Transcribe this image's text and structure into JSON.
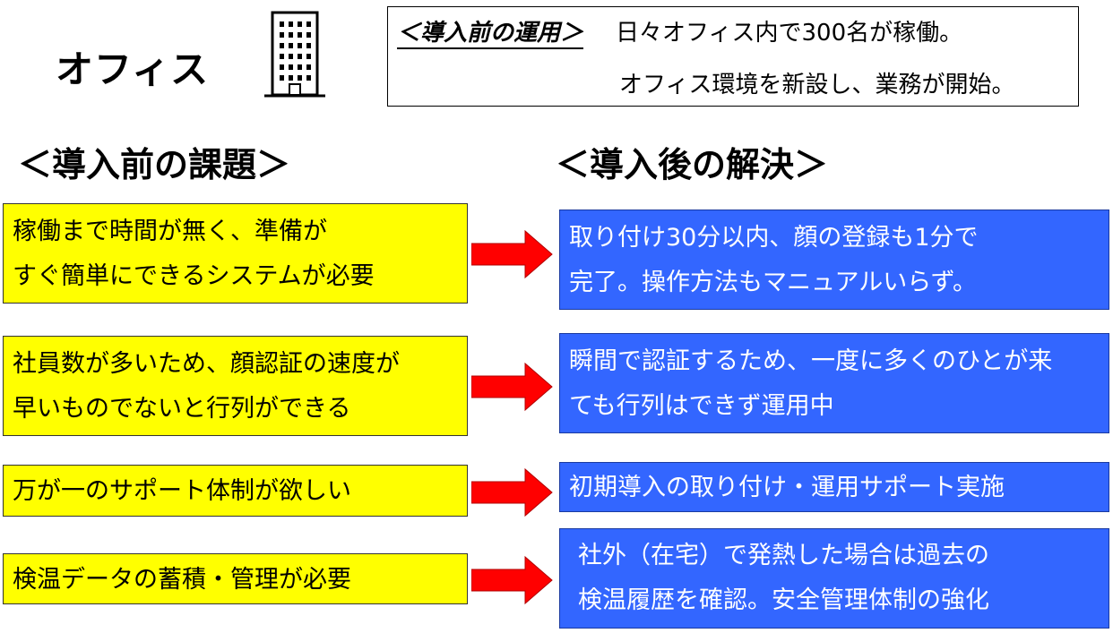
{
  "header": {
    "title": "オフィス",
    "building_icon": "office-building-icon"
  },
  "intro": {
    "heading": "＜導入前の運用＞",
    "line1": "日々オフィス内で300名が稼働。",
    "line2": "オフィス環境を新設し、業務が開始。"
  },
  "sections": {
    "before_heading": "＜導入前の課題＞",
    "after_heading": "＜導入後の解決＞"
  },
  "rows": [
    {
      "problem": [
        "稼働まで時間が無く、準備が",
        "すぐ簡単にできるシステムが必要"
      ],
      "solution": [
        "取り付け30分以内、顔の登録も1分で",
        "完了。操作方法もマニュアルいらず。"
      ]
    },
    {
      "problem": [
        "社員数が多いため、顔認証の速度が",
        "早いものでないと行列ができる"
      ],
      "solution": [
        "瞬間で認証するため、一度に多くのひとが来",
        "ても行列はできず運用中"
      ]
    },
    {
      "problem": [
        "万が一のサポート体制が欲しい"
      ],
      "solution": [
        "初期導入の取り付け・運用サポート実施"
      ]
    },
    {
      "problem": [
        "検温データの蓄積・管理が必要"
      ],
      "solution": [
        "社外（在宅）で発熱した場合は過去の",
        "検温履歴を確認。安全管理体制の強化"
      ]
    }
  ],
  "colors": {
    "problem_bg": "#ffff00",
    "solution_bg": "#3366ff",
    "arrow": "#ff0000"
  }
}
